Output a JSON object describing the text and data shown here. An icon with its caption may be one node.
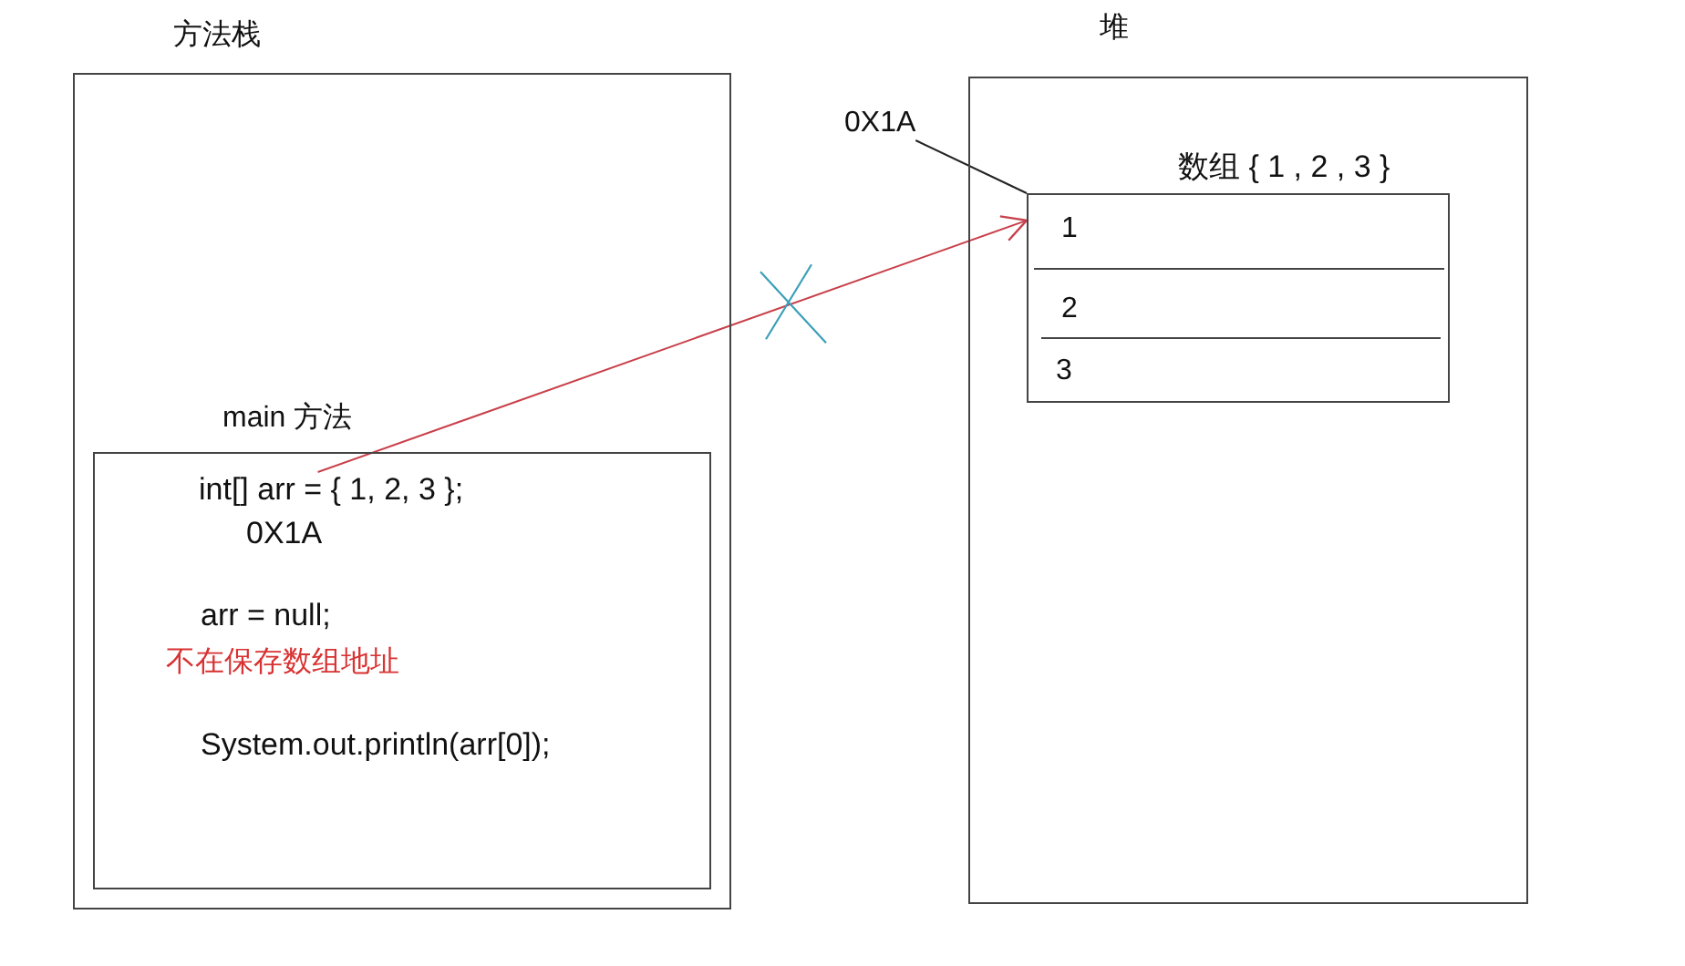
{
  "diagram": {
    "nodes": [
      {
        "text": [
          "方法栈"
        ]
      },
      {
        "text": [
          "main 方法",
          "0X1A",
          "arr = null;",
          "不在保存数组地址",
          "System.out.println(arr[0]);"
        ],
        "in": 0
      },
      {
        "text": [
          "int[] arr = { 1, 2, 3 };"
        ],
        "in": 1
      },
      {
        "text": [
          "堆"
        ]
      },
      {
        "text": [
          "0X1A"
        ]
      },
      {
        "text": [
          "数组 { 1 , 2 , 3 }",
          "1",
          "2",
          "3"
        ],
        "in": 3
      }
    ],
    "edges": [
      {
        "from": 2,
        "to": 5,
        "arrow": "to",
        "color": "#c8404a"
      },
      {
        "from": 4,
        "to": 5,
        "arrow": "none",
        "color": "#222222"
      }
    ]
  }
}
